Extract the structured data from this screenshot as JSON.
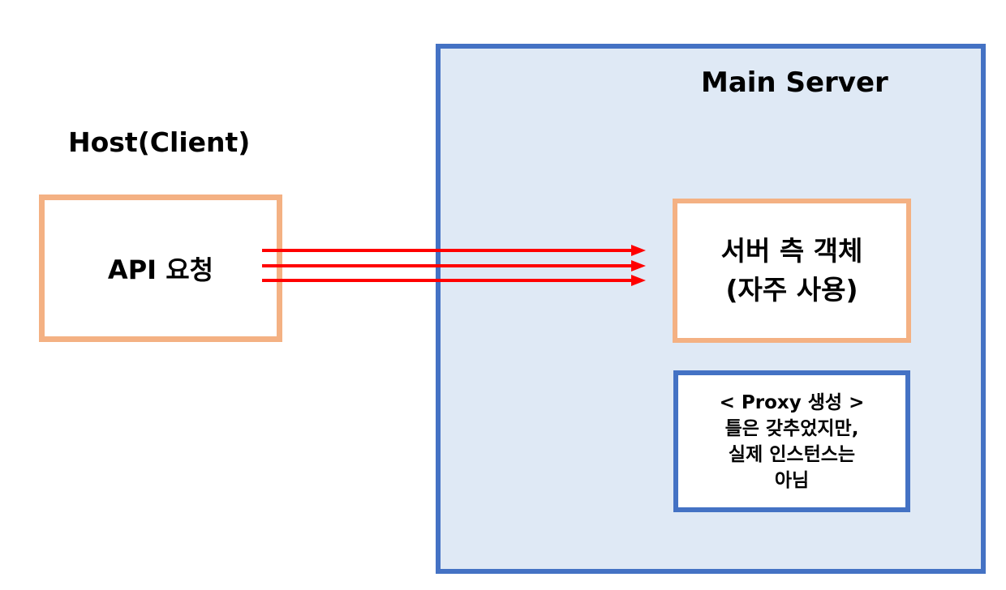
{
  "host": {
    "title": "Host(Client)",
    "box_label": "API 요청"
  },
  "server": {
    "title": "Main Server",
    "object_box": {
      "lines": [
        "서버 측 객체",
        "(자주 사용)"
      ]
    },
    "proxy_box": {
      "lines": [
        "< Proxy 생성 >",
        "틀은 갖추었지만,",
        "실제 인스턴스는",
        "아님"
      ]
    }
  },
  "colors": {
    "client_border": "#f4b183",
    "server_border": "#4472c4",
    "server_fill": "#dfe9f5",
    "arrow": "#ff0000"
  },
  "arrow_count": 3
}
